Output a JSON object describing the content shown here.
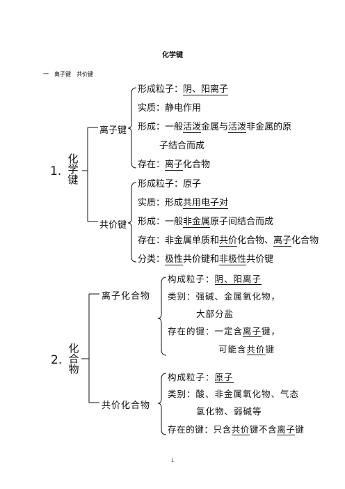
{
  "title": "化学键",
  "section": "一　离子键　共价键",
  "part1": {
    "number": "1.",
    "label": [
      "化",
      "学",
      "键"
    ],
    "ionic": {
      "label": "离子键",
      "rows": [
        [
          "形成粒子：",
          "阴、阳离子"
        ],
        [
          "实质：静电作用"
        ],
        [
          "形成：一般",
          "活泼",
          "金属与",
          "活泼",
          "非金属的原"
        ],
        [
          "子结合而成"
        ],
        [
          "存在：",
          "离子",
          "化合物"
        ]
      ]
    },
    "covalent": {
      "label": "共价键",
      "rows": [
        [
          "形成粒子：原子"
        ],
        [
          "实质：形成",
          "共用电子对"
        ],
        [
          "形成：一般",
          "非金属",
          "原子间结合而成"
        ],
        [
          "存在：非金属单质和",
          "共价",
          "化合物、",
          "离子",
          "化合物"
        ],
        [
          "分类：",
          "极性",
          "共价键和",
          "非极性",
          "共价键"
        ]
      ]
    }
  },
  "part2": {
    "number": "2.",
    "label": [
      "化",
      "合",
      "物"
    ],
    "ionic_compound": {
      "label": "离子化合物",
      "rows": [
        [
          "构成粒子：",
          "阴、阳离子"
        ],
        [
          "类别：强碱、金属氧化物，"
        ],
        [
          "大部分盐"
        ],
        [
          "存在的键：一定含",
          "离子",
          "键，"
        ],
        [
          "可能含",
          "共价",
          "键"
        ]
      ]
    },
    "covalent_compound": {
      "label": "共价化合物",
      "rows": [
        [
          "构成粒子：",
          "原子"
        ],
        [
          "类别：酸、非金属氧化物、气态"
        ],
        [
          "氢化物、弱碱等"
        ],
        [
          "存在的键：只含",
          "共价",
          "键不含",
          "离子",
          "键"
        ]
      ]
    }
  },
  "page_number": "1"
}
